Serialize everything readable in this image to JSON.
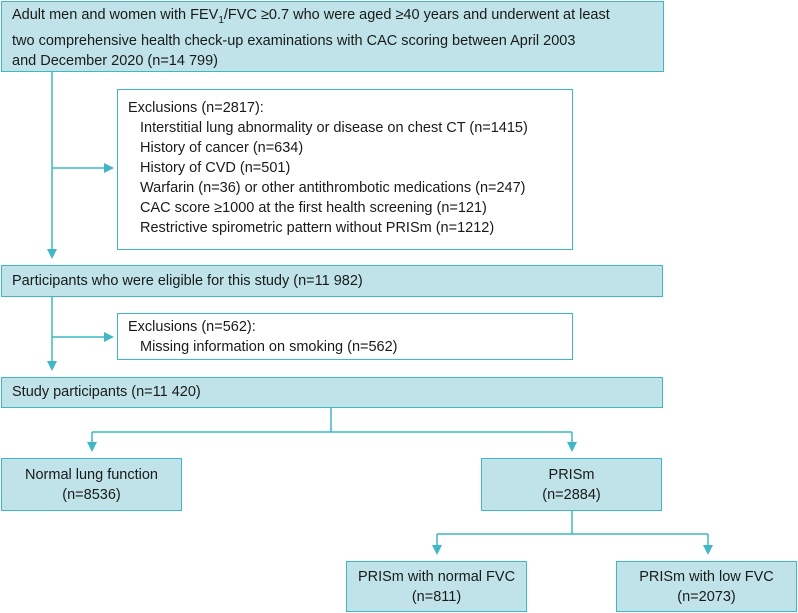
{
  "top_box": {
    "line1_pre": "Adult men and women with FEV",
    "line1_sub": "1",
    "line1_post": "/FVC ≥0.7 who were aged ≥40 years and underwent at least",
    "line2": "two comprehensive health check-up examinations with CAC scoring between April 2003",
    "line3": "and December 2020 (n=14 799)"
  },
  "exclusion1": {
    "title": "Exclusions (n=2817):",
    "items": [
      "Interstitial lung abnormality or disease on chest CT (n=1415)",
      "History of cancer (n=634)",
      "History of CVD (n=501)",
      "Warfarin (n=36) or other antithrombotic medications (n=247)",
      "CAC score ≥1000 at the first health screening (n=121)",
      "Restrictive spirometric pattern without PRISm (n=1212)"
    ]
  },
  "eligible": {
    "text": "Participants who were eligible for this study (n=11 982)"
  },
  "exclusion2": {
    "title": "Exclusions (n=562):",
    "items": [
      "Missing information on smoking (n=562)"
    ]
  },
  "study": {
    "text": "Study participants (n=11 420)"
  },
  "normal": {
    "line1": "Normal lung function",
    "line2": "(n=8536)"
  },
  "prism": {
    "line1": "PRISm",
    "line2": "(n=2884)"
  },
  "prism_normal_fvc": {
    "line1": "PRISm with normal FVC",
    "line2": "(n=811)"
  },
  "prism_low_fvc": {
    "line1": "PRISm with low FVC",
    "line2": "(n=2073)"
  },
  "colors": {
    "border": "#3fb8c4",
    "fill": "#bfe3e8",
    "arrow": "#3fb8c4"
  }
}
